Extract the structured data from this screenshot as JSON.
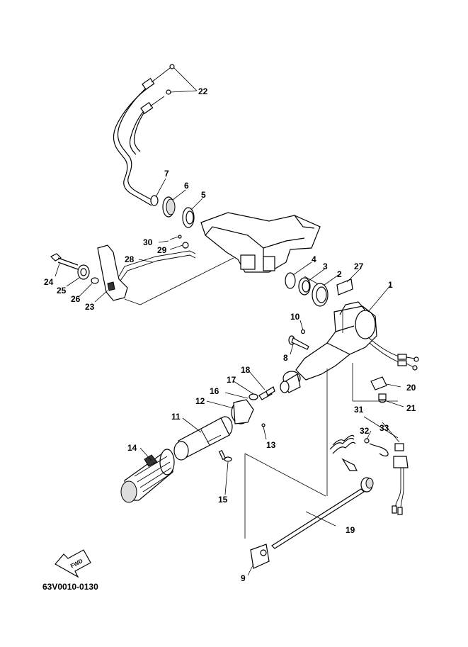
{
  "diagram": {
    "code": "63V0010-0130",
    "fwd_text": "FWD",
    "callouts": [
      "1",
      "2",
      "3",
      "4",
      "5",
      "6",
      "7",
      "8",
      "9",
      "10",
      "11",
      "12",
      "13",
      "14",
      "15",
      "16",
      "17",
      "18",
      "19",
      "20",
      "21",
      "22",
      "23",
      "24",
      "25",
      "26",
      "27",
      "28",
      "29",
      "30",
      "31",
      "32",
      "33"
    ]
  }
}
